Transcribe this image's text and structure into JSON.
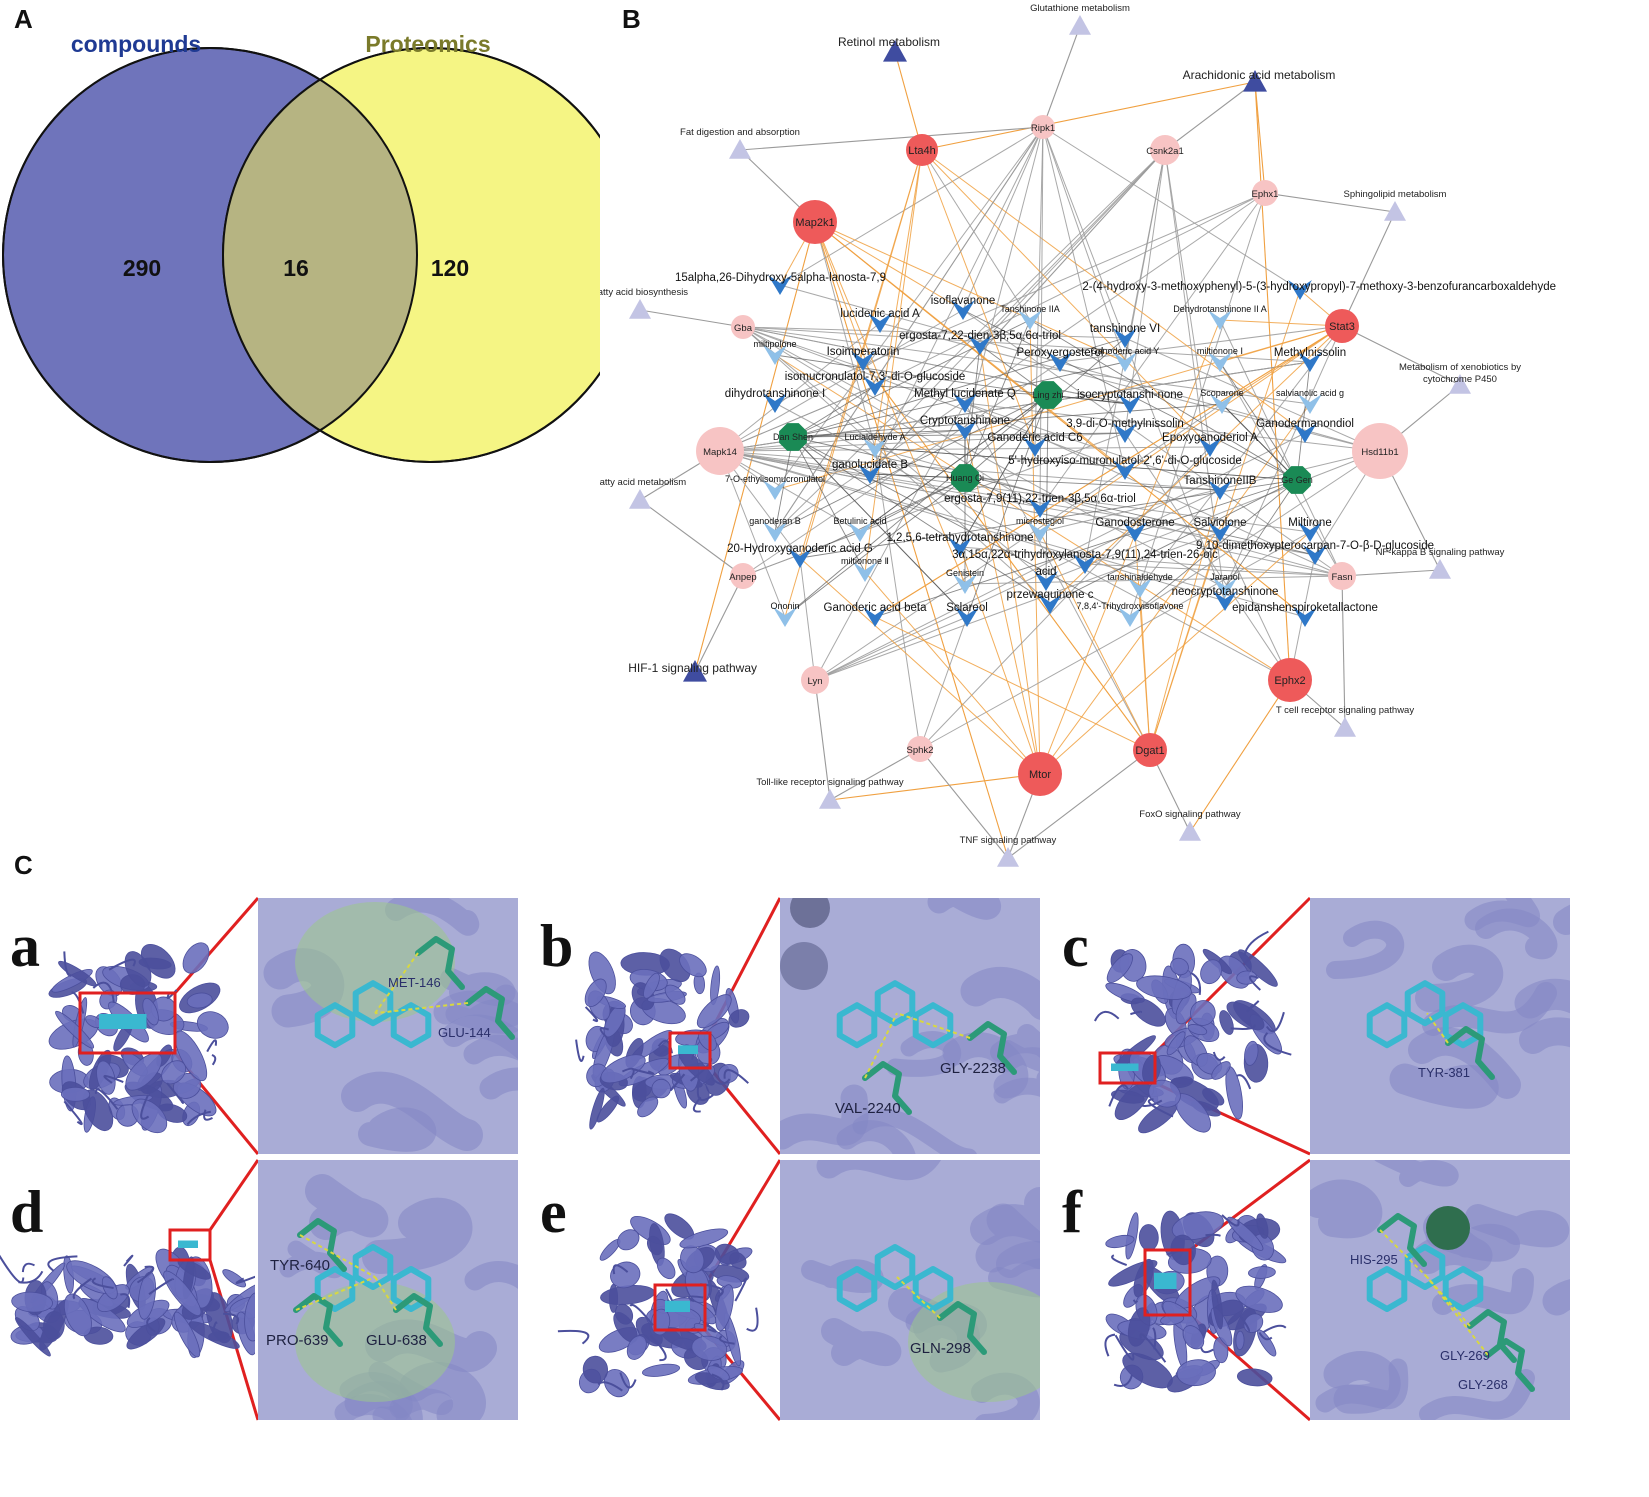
{
  "panels": {
    "A": "A",
    "B": "B",
    "C": "C"
  },
  "venn": {
    "left_label": "compounds",
    "right_label": "Proteomics",
    "left_only": "290",
    "overlap": "16",
    "right_only": "120",
    "colors": {
      "left": "#6f74bb",
      "right": "#f5f584",
      "overlap": "#b6b482",
      "left_text": "#1f3a93",
      "right_text": "#7a7a2a"
    }
  },
  "network": {
    "colors": {
      "pathway_dark": "#3f4ca0",
      "pathway_light": "#c3c4e4",
      "target_strong": "#ee5a5a",
      "target_light": "#f7c4c4",
      "herb": "#1a8a55",
      "compound_dark": "#2f78c8",
      "compound_light": "#8fc0e8",
      "edge_orange": "#f0a040",
      "edge_gray": "#9a9a9a"
    },
    "pathways": [
      {
        "name": "Retinol metabolism",
        "strong": true
      },
      {
        "name": "Glutathione metabolism",
        "strong": false
      },
      {
        "name": "Arachidonic acid metabolism",
        "strong": true
      },
      {
        "name": "Fat digestion and absorption",
        "strong": false
      },
      {
        "name": "Sphingolipid metabolism",
        "strong": false
      },
      {
        "name": "Fatty acid biosynthesis",
        "strong": false
      },
      {
        "name": "Metabolism of xenobiotics by cytochrome P450",
        "strong": false
      },
      {
        "name": "Fatty acid metabolism",
        "strong": false
      },
      {
        "name": "NF-kappa B signaling pathway",
        "strong": false
      },
      {
        "name": "HIF-1 signaling pathway",
        "strong": true
      },
      {
        "name": "T cell receptor signaling pathway",
        "strong": false
      },
      {
        "name": "Toll-like receptor signaling pathway",
        "strong": false
      },
      {
        "name": "FoxO signaling pathway",
        "strong": false
      },
      {
        "name": "TNF signaling pathway",
        "strong": false
      }
    ],
    "targets": [
      {
        "name": "Lta4h",
        "strong": true
      },
      {
        "name": "Ripk1",
        "strong": false
      },
      {
        "name": "Csnk2a1",
        "strong": false
      },
      {
        "name": "Map2k1",
        "strong": true
      },
      {
        "name": "Ephx1",
        "strong": false
      },
      {
        "name": "Gba",
        "strong": false
      },
      {
        "name": "Stat3",
        "strong": true
      },
      {
        "name": "Mapk14",
        "strong": false
      },
      {
        "name": "Hsd11b1",
        "strong": false
      },
      {
        "name": "Anpep",
        "strong": false
      },
      {
        "name": "Fasn",
        "strong": false
      },
      {
        "name": "Lyn",
        "strong": false
      },
      {
        "name": "Ephx2",
        "strong": true
      },
      {
        "name": "Sphk2",
        "strong": false
      },
      {
        "name": "Dgat1",
        "strong": true
      },
      {
        "name": "Mtor",
        "strong": true
      }
    ],
    "herbs": [
      "Dan Shen",
      "Ling zhi",
      "Huang Qi",
      "Ge Gen"
    ],
    "compounds": [
      {
        "name": "15alpha,26-Dihydroxy-5alpha-lanosta-7,9",
        "strong": true
      },
      {
        "name": "2-(4-hydroxy-3-methoxyphenyl)-5-(3-hydroxypropyl)-7-methoxy-3-benzofurancarboxaldehyde",
        "strong": true
      },
      {
        "name": "isoflavanone",
        "strong": true
      },
      {
        "name": "lucidenic acid A",
        "strong": true
      },
      {
        "name": "Tanshinone IIA",
        "strong": false
      },
      {
        "name": "Dehydrotanshinone II A",
        "strong": false
      },
      {
        "name": "ergosta-7,22-dien-3β,5α,6α-triol",
        "strong": true
      },
      {
        "name": "tanshinone VI",
        "strong": true
      },
      {
        "name": "miltipolone",
        "strong": false
      },
      {
        "name": "Isoimperatorin",
        "strong": true
      },
      {
        "name": "Peroxyergosterol",
        "strong": true
      },
      {
        "name": "Ganoderic acid Y",
        "strong": false
      },
      {
        "name": "miltionone Ⅰ",
        "strong": false
      },
      {
        "name": "Methylnissolin",
        "strong": true
      },
      {
        "name": "isomucronulatol-7,3'-di-O-glucoside",
        "strong": true
      },
      {
        "name": "dihydrotanshinone I",
        "strong": true
      },
      {
        "name": "Methyl lucidenate Q",
        "strong": true
      },
      {
        "name": "isocryptotanshi-none",
        "strong": true
      },
      {
        "name": "Scoparone",
        "strong": false
      },
      {
        "name": "salvianolic acid g",
        "strong": false
      },
      {
        "name": "Cryptotanshinone",
        "strong": true
      },
      {
        "name": "3,9-di-O-methylnissolin",
        "strong": true
      },
      {
        "name": "Ganodermanondiol",
        "strong": true
      },
      {
        "name": "Lucialdehyde A",
        "strong": false
      },
      {
        "name": "Ganoderic acid C6",
        "strong": true
      },
      {
        "name": "Epoxyganoderiol A",
        "strong": true
      },
      {
        "name": "5'-hydroxyiso-muronulatol-2',6'-di-O-glucoside",
        "strong": true
      },
      {
        "name": "ganolucidate B",
        "strong": true
      },
      {
        "name": "7-O-ethylisomucronulatol",
        "strong": false
      },
      {
        "name": "TanshinoneIIB",
        "strong": true
      },
      {
        "name": "ergosta-7,9(11),22-trien-3β,5α,6α-triol",
        "strong": true
      },
      {
        "name": "ganoderan B",
        "strong": false
      },
      {
        "name": "Betulinic acid",
        "strong": false
      },
      {
        "name": "microstegiol",
        "strong": false
      },
      {
        "name": "Ganodosterone",
        "strong": true
      },
      {
        "name": "Salviolone",
        "strong": true
      },
      {
        "name": "Miltirone",
        "strong": true
      },
      {
        "name": "1,2,5,6-tetrahydrotanshinone",
        "strong": true
      },
      {
        "name": "9,10-dimethoxypterocarpan-7-O-β-D-glucoside",
        "strong": true
      },
      {
        "name": "20-Hydroxyganoderic acid G",
        "strong": true
      },
      {
        "name": "3α,15α,22α-trihydroxylanosta-7,9(11),24-trien-26-oic",
        "strong": true
      },
      {
        "name": "acid",
        "strong": true
      },
      {
        "name": "miltionone Ⅱ",
        "strong": false
      },
      {
        "name": "Genistein",
        "strong": false
      },
      {
        "name": "tanshinaldehyde",
        "strong": false
      },
      {
        "name": "Jaranol",
        "strong": false
      },
      {
        "name": "neocryptotanshinone",
        "strong": true
      },
      {
        "name": "przewaquinone c",
        "strong": true
      },
      {
        "name": "Ononin",
        "strong": false
      },
      {
        "name": "Ganoderic acid beta",
        "strong": true
      },
      {
        "name": "Sclareol",
        "strong": true
      },
      {
        "name": "7,8,4'-Trihydroxyisoflavone",
        "strong": false
      },
      {
        "name": "epidanshenspiroketallactone",
        "strong": true
      }
    ]
  },
  "docking": {
    "colors": {
      "protein": "#6a6fbc",
      "protein_dark": "#4b4f9c",
      "ligand": "#3ab8d0",
      "residue": "#2c9a78",
      "box": "#e02020",
      "background": "#a9acd6",
      "pocket": "#9cc98a"
    },
    "complexes": [
      {
        "label": "a",
        "residues": [
          "MET-146",
          "GLU-144"
        ]
      },
      {
        "label": "b",
        "residues": [
          "GLY-2238",
          "VAL-2240"
        ]
      },
      {
        "label": "c",
        "residues": [
          "TYR-381"
        ]
      },
      {
        "label": "d",
        "residues": [
          "TYR-640",
          "PRO-639",
          "GLU-638"
        ]
      },
      {
        "label": "e",
        "residues": [
          "GLN-298"
        ]
      },
      {
        "label": "f",
        "residues": [
          "HIS-295",
          "GLY-269",
          "GLY-268"
        ]
      }
    ]
  }
}
